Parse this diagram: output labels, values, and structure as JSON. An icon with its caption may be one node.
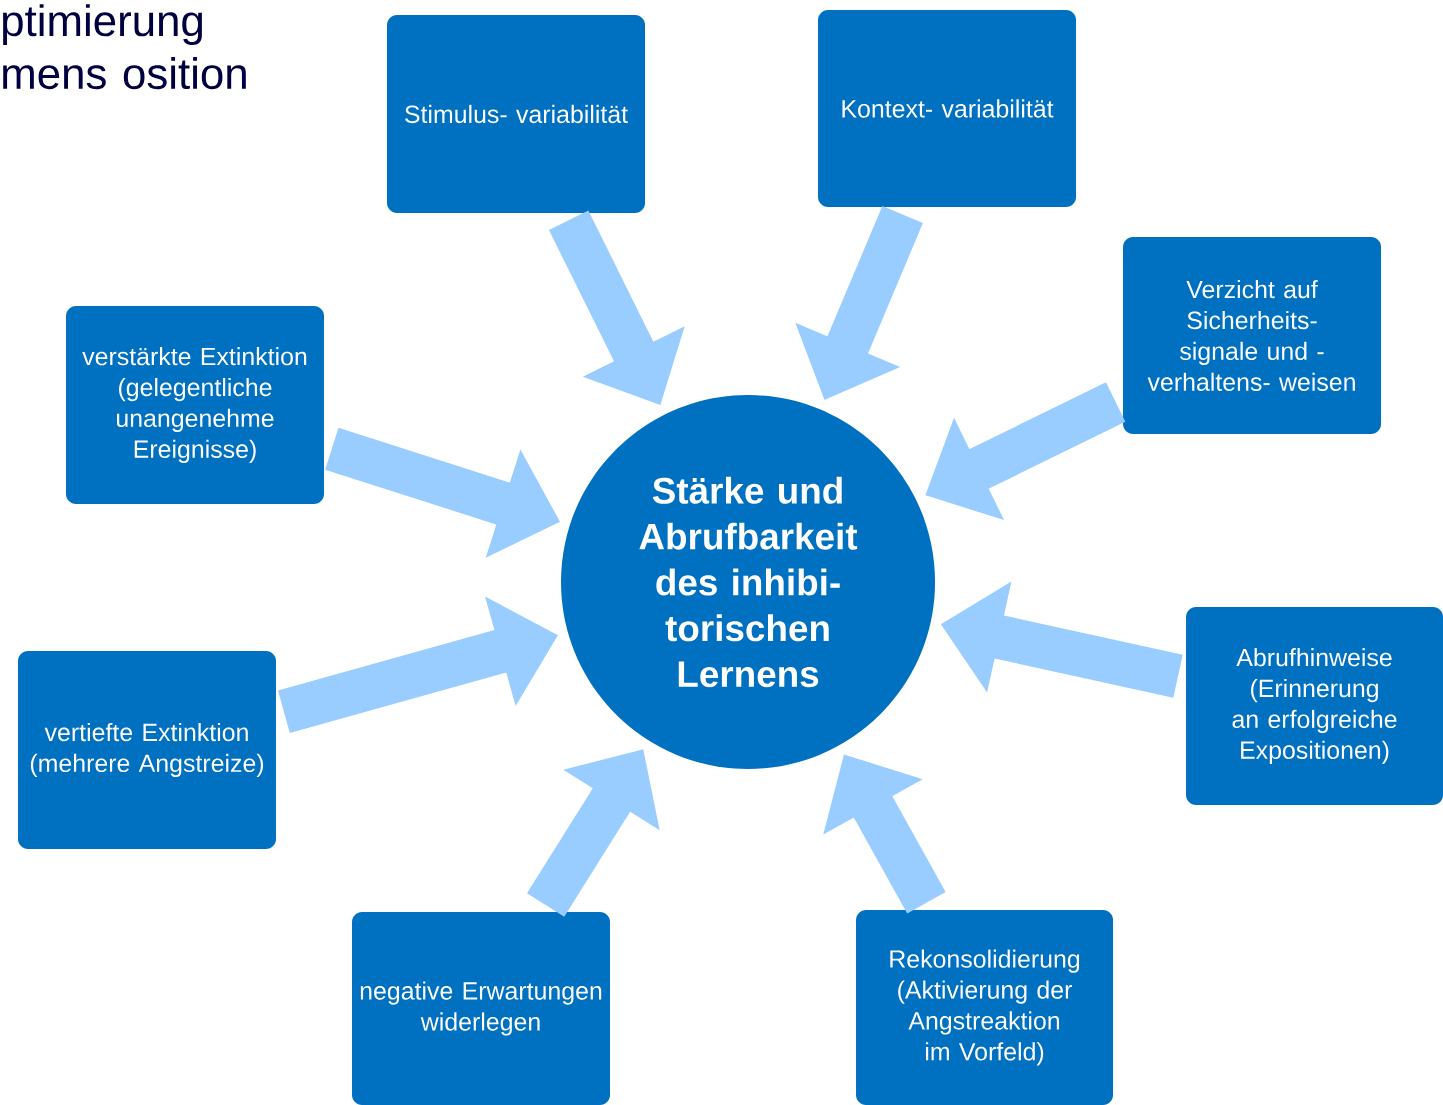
{
  "diagram": {
    "title": "ptimierung mens osition",
    "nodes": [
      {
        "text": [
          "Stimulus- variabilität"
        ]
      },
      {
        "text": [
          "Kontext- variabilität"
        ]
      },
      {
        "text": [
          "Verzicht auf Sicherheits- signale und -verhaltens- weisen"
        ]
      },
      {
        "text": [
          "verstärkte Extinktion (gelegentliche unangenehme Ereignisse)"
        ]
      },
      {
        "text": [
          "Stärke und Abrufbarkeit des inhibi- torischen Lernens"
        ]
      },
      {
        "text": [
          "Abrufhinweise (Erinnerung an erfolgreiche Expositionen)"
        ]
      },
      {
        "text": [
          "vertiefte Extinktion (mehrere Angstreize)"
        ]
      },
      {
        "text": [
          "negative Erwartungen widerlegen"
        ]
      },
      {
        "text": [
          "Rekonsolidierung (Aktivierung der Angstreaktion im Vorfeld)"
        ]
      }
    ],
    "edges": [
      {
        "from": 0,
        "to": 4,
        "arrow": "to"
      },
      {
        "from": 1,
        "to": 4,
        "arrow": "to"
      },
      {
        "from": 2,
        "to": 4,
        "arrow": "to"
      },
      {
        "from": 3,
        "to": 4,
        "arrow": "to"
      },
      {
        "from": 5,
        "to": 4,
        "arrow": "to"
      },
      {
        "from": 6,
        "to": 4,
        "arrow": "to"
      },
      {
        "from": 7,
        "to": 4,
        "arrow": "to"
      },
      {
        "from": 8,
        "to": 4,
        "arrow": "to"
      }
    ]
  }
}
